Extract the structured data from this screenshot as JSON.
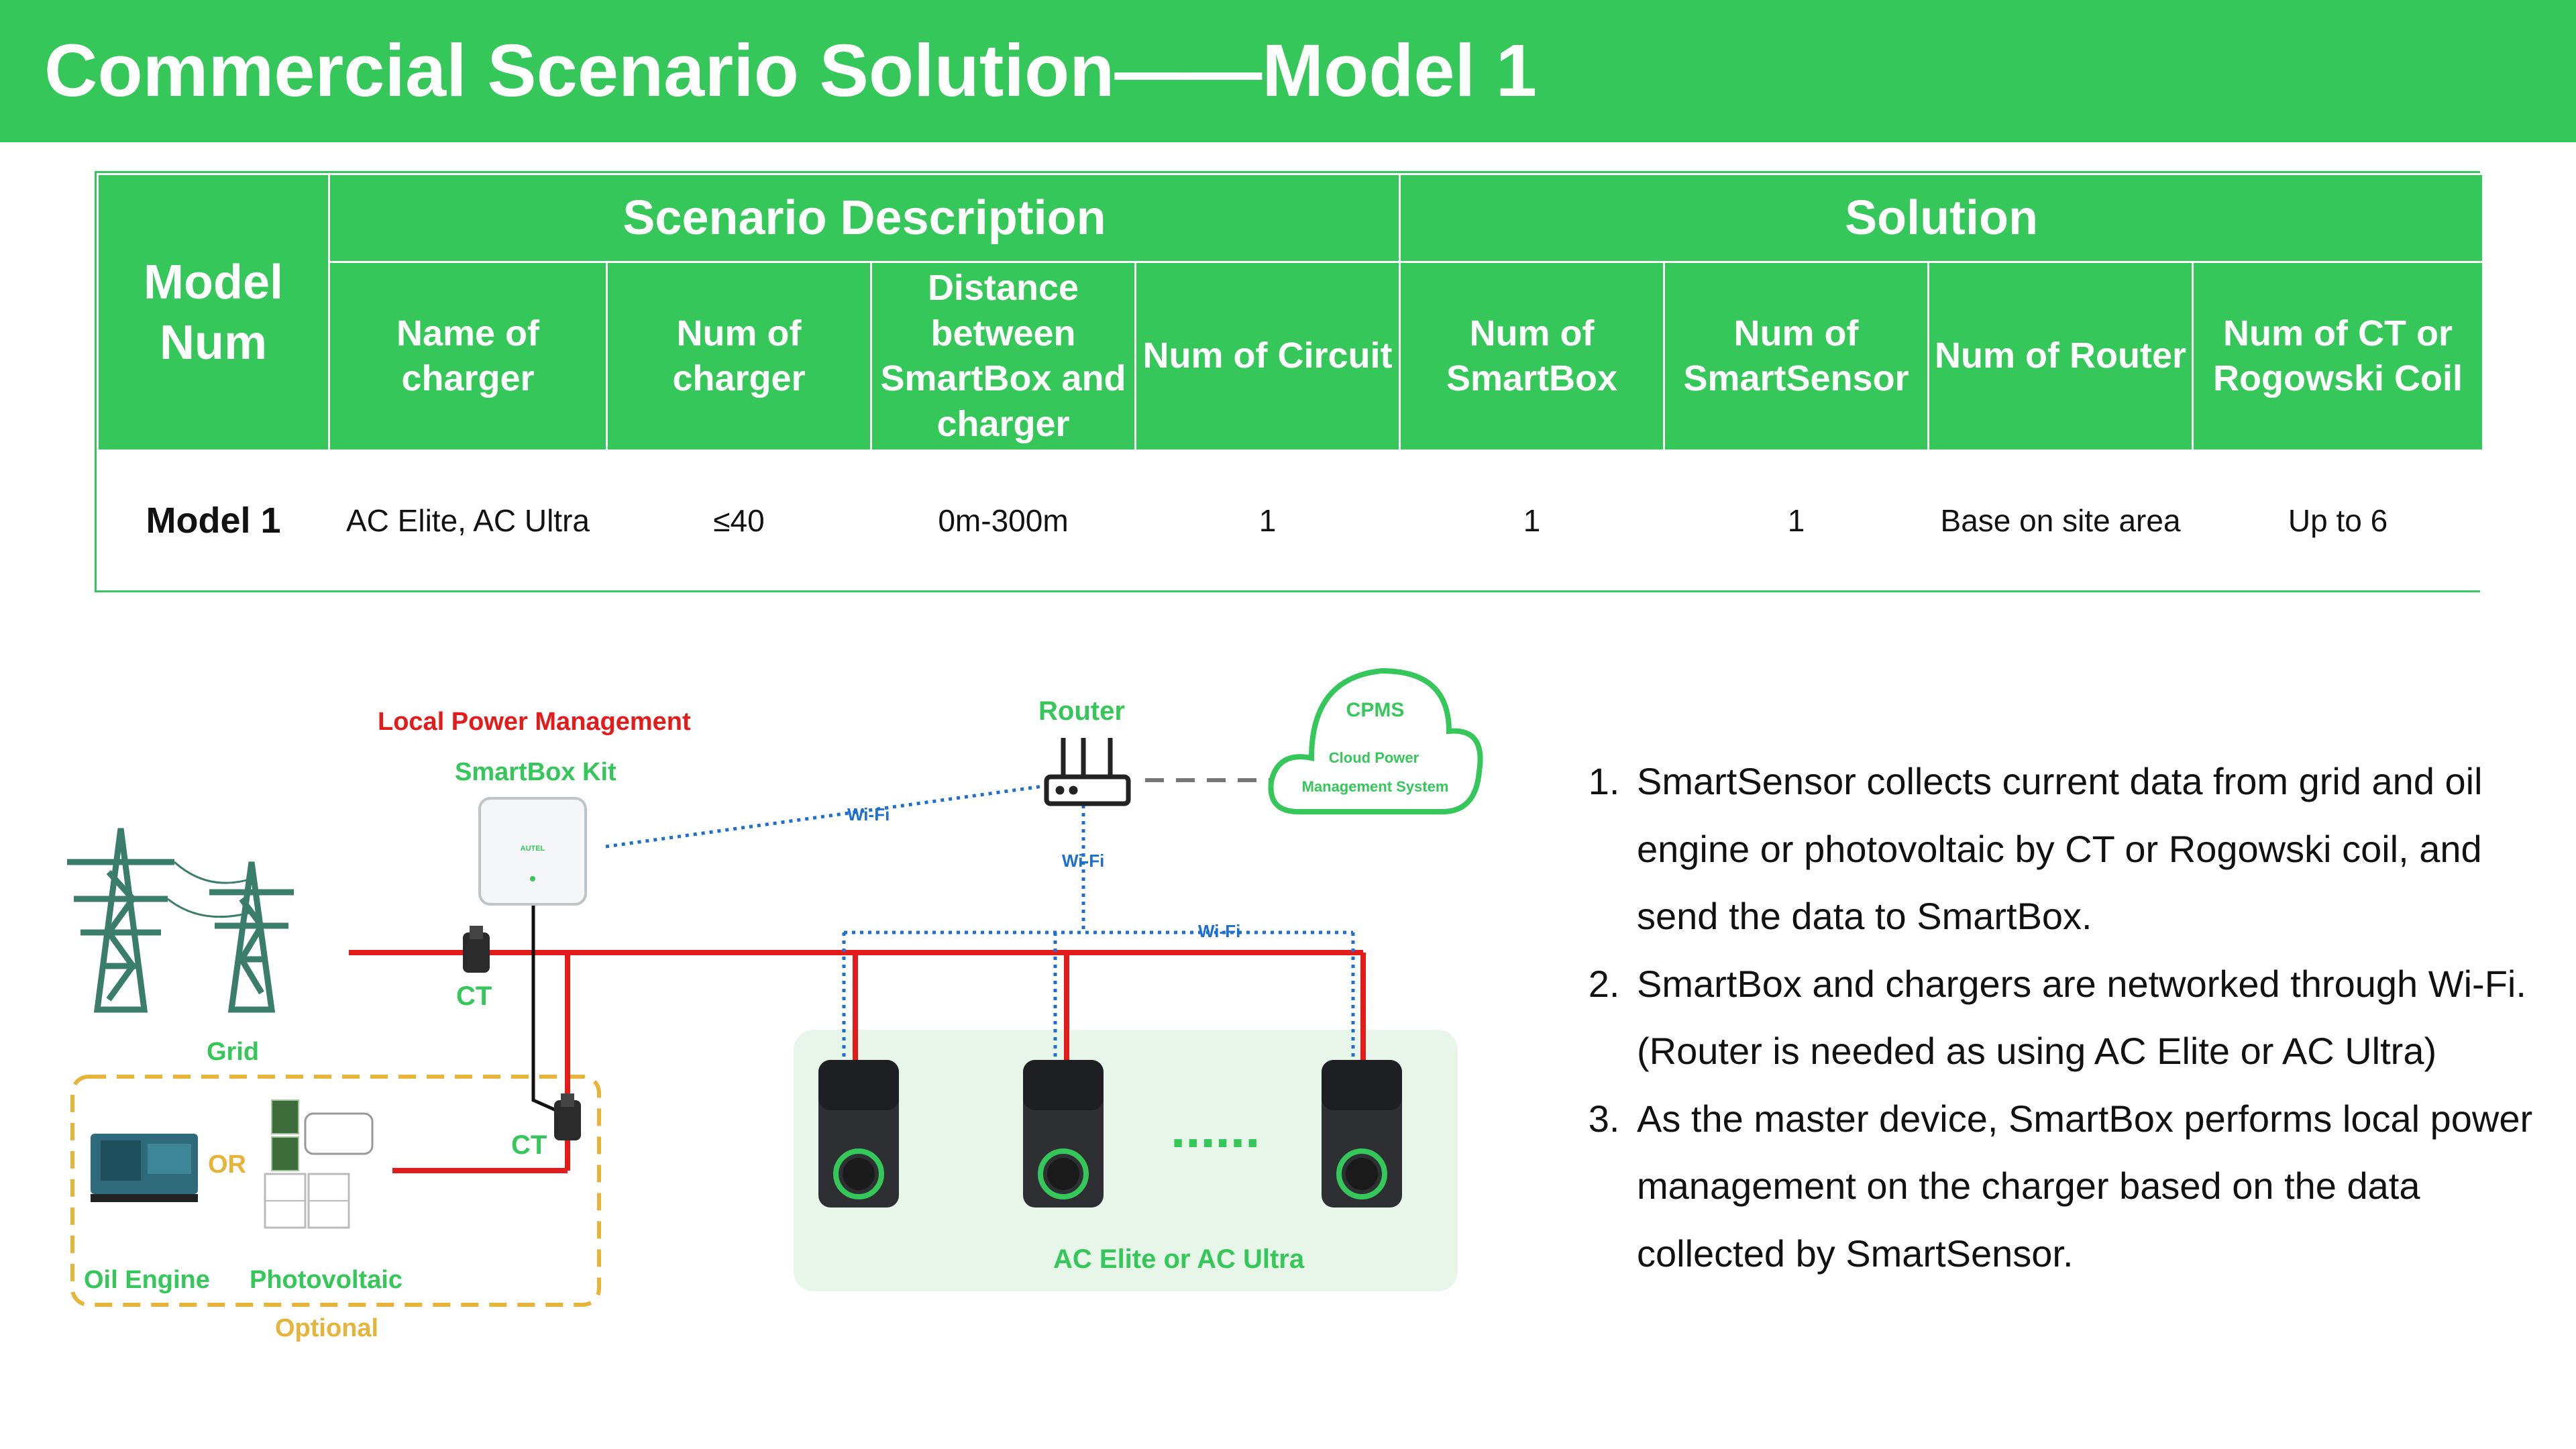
{
  "header": {
    "title": "Commercial Scenario Solution——Model 1"
  },
  "table": {
    "model_header": "Model Num",
    "group_scenario": "Scenario Description",
    "group_solution": "Solution",
    "columns": [
      "Name of charger",
      "Num of charger",
      "Distance between SmartBox and charger",
      "Num of Circuit",
      "Num of SmartBox",
      "Num of SmartSensor",
      "Num of Router",
      "Num of CT or Rogowski Coil"
    ],
    "row": {
      "model": "Model 1",
      "cells": [
        "AC Elite, AC Ultra",
        "≤40",
        "0m-300m",
        "1",
        "1",
        "1",
        "Base on site area",
        "Up to 6"
      ]
    }
  },
  "diagram": {
    "local_power_management": "Local Power Management",
    "smartbox_kit": "SmartBox Kit",
    "router": "Router",
    "cpms": "CPMS",
    "cloud_line1": "Cloud Power",
    "cloud_line2": "Management System",
    "wifi": "Wi-Fi",
    "ct": "CT",
    "grid": "Grid",
    "or": "OR",
    "oil_engine": "Oil Engine",
    "photovoltaic": "Photovoltaic",
    "optional": "Optional",
    "chargers_caption": "AC Elite or AC Ultra",
    "ellipsis": "......",
    "device_brand": "AUTEL",
    "colors": {
      "green": "#35c759",
      "red": "#e31b1b",
      "blue": "#1d6fd1",
      "yellow": "#e7b43a",
      "charger_bg": "#e8f6ea"
    }
  },
  "notes": [
    "SmartSensor collects current data from grid and oil engine or photovoltaic by CT or Rogowski coil, and send the data to SmartBox.",
    "SmartBox and chargers are networked through Wi-Fi. (Router is needed as using AC Elite or AC Ultra)",
    "As the master device, SmartBox performs local power management on the charger based on the data collected by SmartSensor."
  ]
}
